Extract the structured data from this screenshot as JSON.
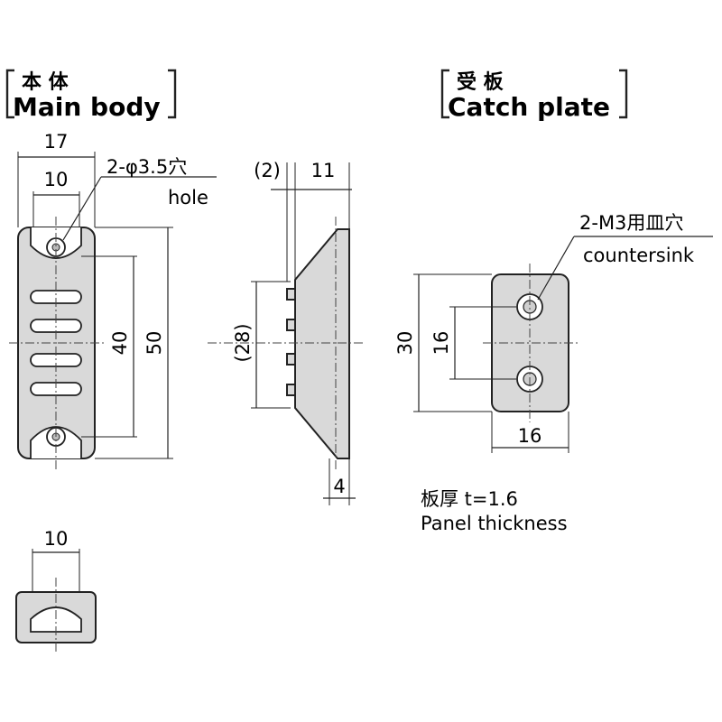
{
  "main_body": {
    "title_jp": "本 体",
    "title_en": "Main body",
    "dims": {
      "width": "17",
      "hole_pitch_w": "10",
      "height": "50",
      "slot_span": "40",
      "bottom_width": "10"
    },
    "hole_note_line1": "2-φ3.5穴",
    "hole_note_line2": "hole"
  },
  "side_view": {
    "dims": {
      "step": "(2)",
      "depth": "11",
      "inner": "(28)",
      "base": "4"
    }
  },
  "catch_plate": {
    "title_jp": "受 板",
    "title_en": "Catch plate",
    "dims": {
      "height": "30",
      "pitch": "16",
      "width": "16"
    },
    "hole_note_line1": "2-M3用皿穴",
    "hole_note_line2": "countersink",
    "thickness_line1": "板厚 t=1.6",
    "thickness_line2": "Panel thickness"
  }
}
